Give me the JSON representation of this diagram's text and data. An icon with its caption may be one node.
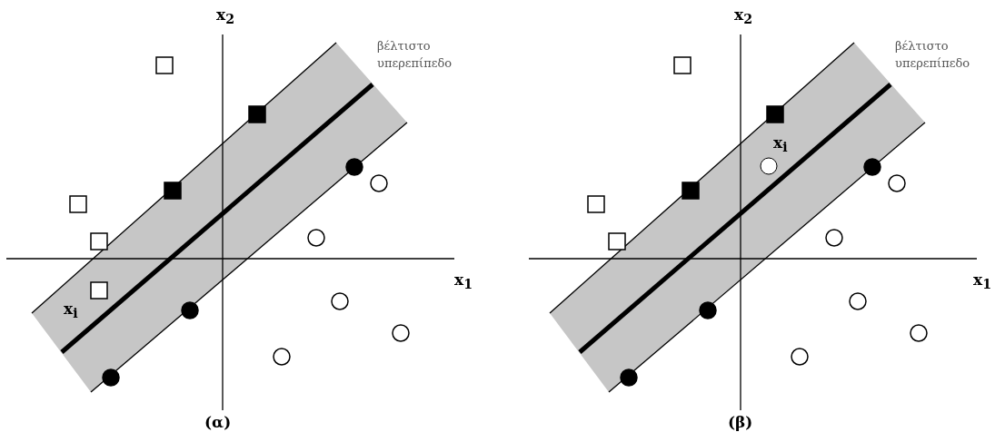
{
  "diagram": {
    "labels": [
      "x$_{2}$",
      "βέλτιστο υπερεπίπεδο",
      "x$_{1}$",
      "x$_{i}$",
      "(α)",
      "x$_{2}$",
      "βέλτιστο υπερεπίπεδο",
      "x$_{i}$",
      "x$_{1}$",
      "(β)"
    ]
  }
}
